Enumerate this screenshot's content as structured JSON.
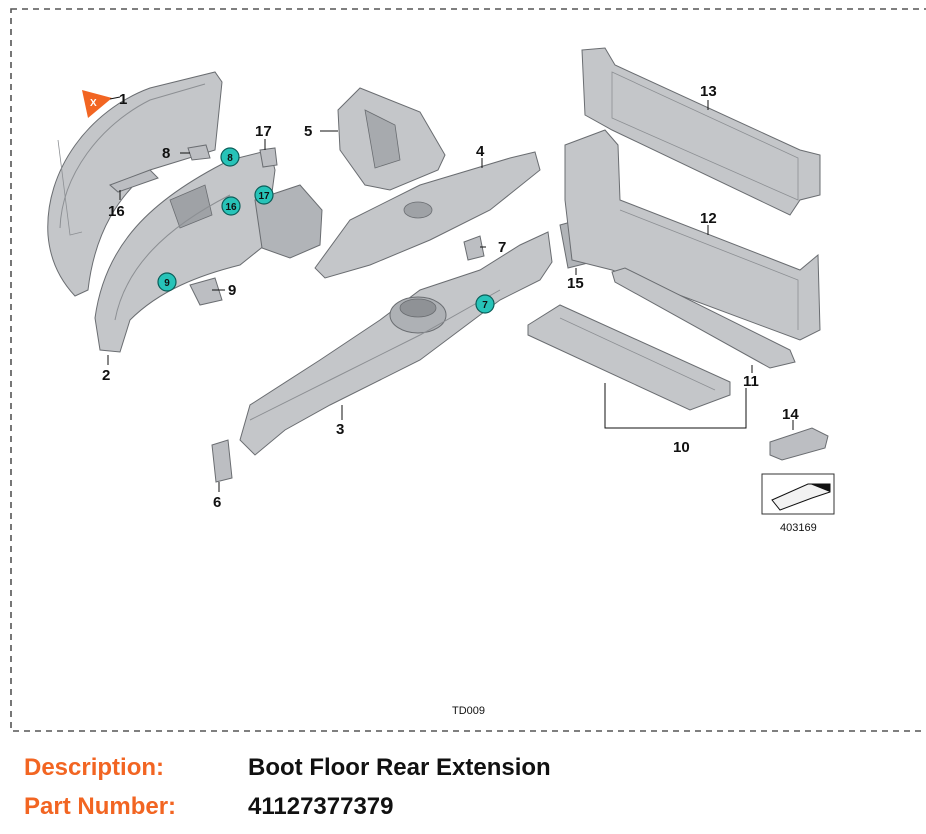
{
  "diagram": {
    "code": "TD009",
    "image_ref": "403169",
    "callouts": [
      "1",
      "2",
      "3",
      "4",
      "5",
      "6",
      "7",
      "8",
      "9",
      "10",
      "11",
      "12",
      "13",
      "14",
      "15",
      "16",
      "17"
    ],
    "highlighted": [
      "8",
      "17",
      "16",
      "9",
      "7"
    ],
    "accent_color": "#f26522",
    "badge_color": "#27c3b8",
    "part_color": "#b9bcc0"
  },
  "details": {
    "description_label": "Description:",
    "description_value": "Boot Floor Rear Extension",
    "part_number_label": "Part Number:",
    "part_number_value": "41127377379"
  }
}
